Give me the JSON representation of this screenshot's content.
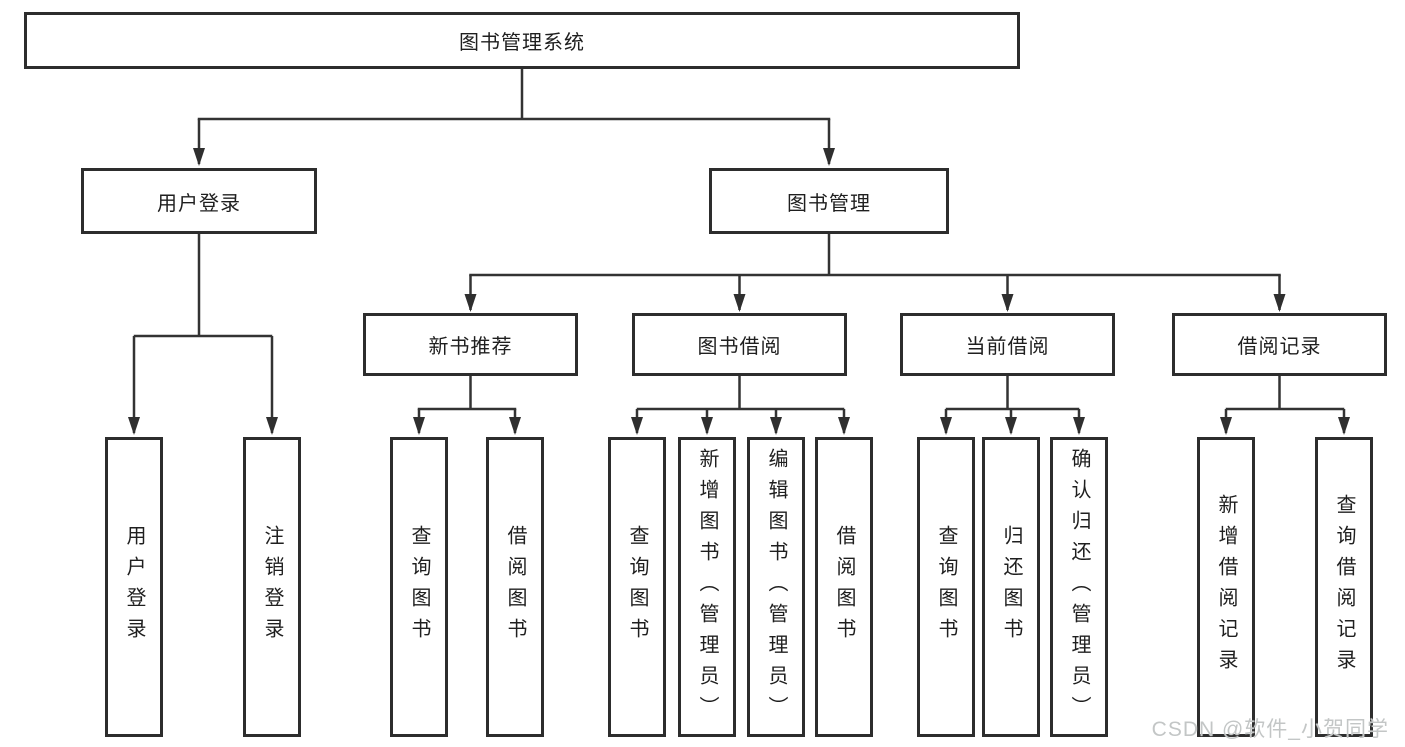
{
  "diagram": {
    "type": "tree",
    "tree": {
      "label": "图书管理系统",
      "children": [
        {
          "label": "用户登录",
          "children": [
            {
              "label": "用户登录"
            },
            {
              "label": "注销登录"
            }
          ]
        },
        {
          "label": "图书管理",
          "children": [
            {
              "label": "新书推荐",
              "children": [
                {
                  "label": "查询图书"
                },
                {
                  "label": "借阅图书"
                }
              ]
            },
            {
              "label": "图书借阅",
              "children": [
                {
                  "label": "查询图书"
                },
                {
                  "label": "新增图书（管理员）"
                },
                {
                  "label": "编辑图书（管理员）"
                },
                {
                  "label": "借阅图书"
                }
              ]
            },
            {
              "label": "当前借阅",
              "children": [
                {
                  "label": "查询图书"
                },
                {
                  "label": "归还图书"
                },
                {
                  "label": "确认归还（管理员）"
                }
              ]
            },
            {
              "label": "借阅记录",
              "children": [
                {
                  "label": "新增借阅记录"
                },
                {
                  "label": "查询借阅记录"
                }
              ]
            }
          ]
        }
      ]
    },
    "colors": {
      "box_border": "#2d2d2d",
      "connector_line": "#333333",
      "text": "#1f1f1f",
      "background": "#ffffff",
      "watermark_text": "#c3c6c6"
    }
  },
  "watermark": {
    "text": "CSDN @软件_小贺同学"
  }
}
